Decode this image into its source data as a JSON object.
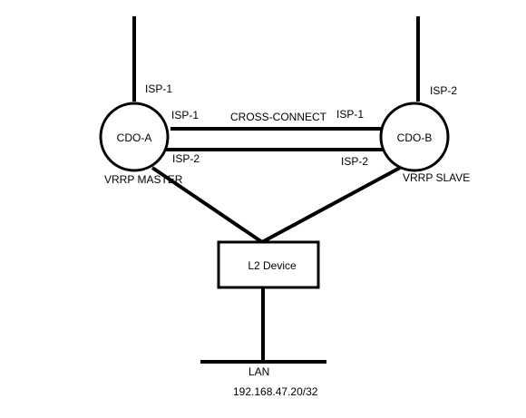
{
  "nodes": {
    "cdo_a": {
      "label": "CDO-A",
      "role": "VRRP MASTER",
      "uplink": "ISP-1"
    },
    "cdo_b": {
      "label": "CDO-B",
      "role": "VRRP SLAVE",
      "uplink": "ISP-2"
    },
    "l2": {
      "label": "L2 Device"
    },
    "lan": {
      "label": "LAN",
      "address": "192.168.47.20/32"
    }
  },
  "links": {
    "cross_connect": "CROSS-CONNECT",
    "a_isp1": "ISP-1",
    "a_isp2": "ISP-2",
    "b_isp1": "ISP-1",
    "b_isp2": "ISP-2"
  }
}
